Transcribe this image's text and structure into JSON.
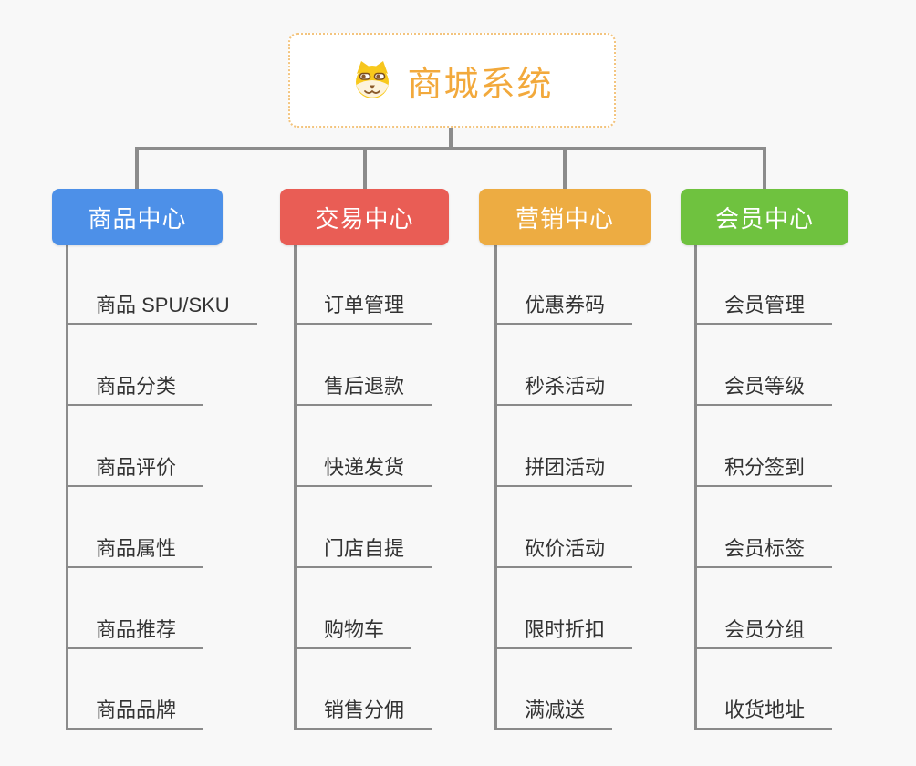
{
  "root": {
    "label": "商城系统",
    "icon": "dog-face-icon",
    "accent_color": "#F2A93C",
    "border_color": "#F3C47E"
  },
  "connector_color": "#8C8C8C",
  "background_color": "#F8F8F8",
  "branches": [
    {
      "label": "商品中心",
      "color": "#4D90E8",
      "items": [
        "商品 SPU/SKU",
        "商品分类",
        "商品评价",
        "商品属性",
        "商品推荐",
        "商品品牌"
      ]
    },
    {
      "label": "交易中心",
      "color": "#E95D55",
      "items": [
        "订单管理",
        "售后退款",
        "快递发货",
        "门店自提",
        "购物车",
        "销售分佣"
      ]
    },
    {
      "label": "营销中心",
      "color": "#EDAC42",
      "items": [
        "优惠券码",
        "秒杀活动",
        "拼团活动",
        "砍价活动",
        "限时折扣",
        "满减送"
      ]
    },
    {
      "label": "会员中心",
      "color": "#6FC23F",
      "items": [
        "会员管理",
        "会员等级",
        "积分签到",
        "会员标签",
        "会员分组",
        "收货地址"
      ]
    }
  ]
}
